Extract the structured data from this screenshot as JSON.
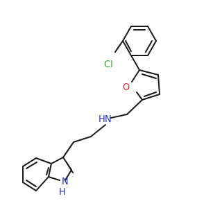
{
  "atoms": {
    "chlorine": {
      "symbol": "Cl",
      "color": "#2ca02c"
    },
    "oxygen": {
      "symbol": "O",
      "color": "#e02020"
    },
    "amine": {
      "symbol": "N",
      "color": "#2233cc"
    },
    "h_on_amine": {
      "symbol": "H",
      "color": "#2233cc"
    },
    "indole_nh": {
      "symbol": "N",
      "color": "#2233cc"
    },
    "h_on_indole": {
      "symbol": "H",
      "color": "#2233cc"
    }
  },
  "bond_color": "#1a1a1a"
}
